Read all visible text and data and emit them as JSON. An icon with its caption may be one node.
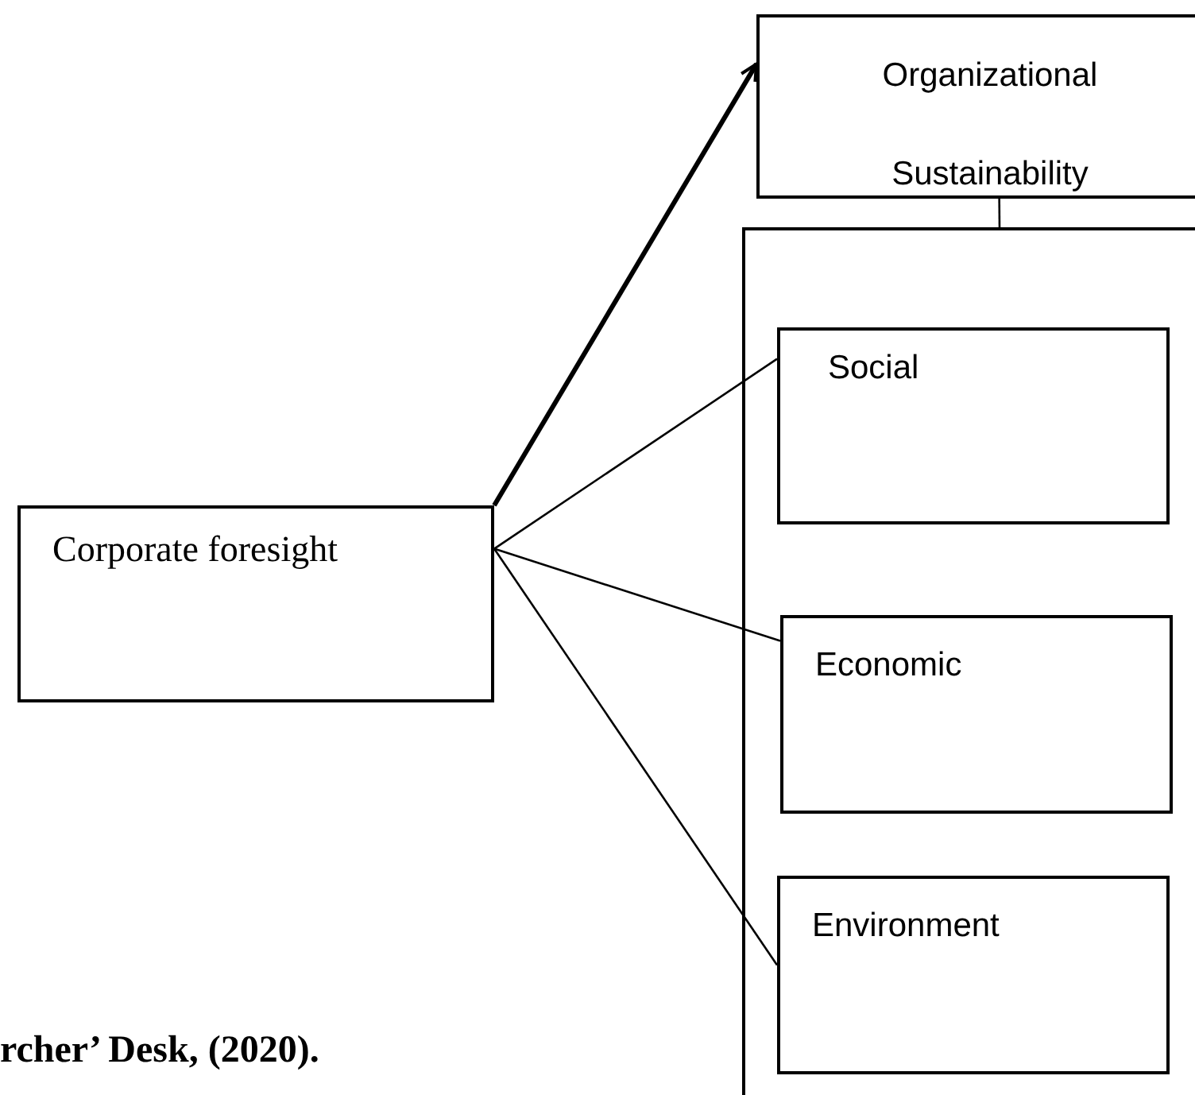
{
  "diagram": {
    "nodes": [
      {
        "text": [
          "Organizational Sustainability"
        ]
      },
      {
        "text": [],
        "shape": "box"
      },
      {
        "text": [
          "Social"
        ],
        "in": 1
      },
      {
        "text": [
          "Corporate foresight"
        ]
      },
      {
        "text": [
          "Economic"
        ],
        "in": 1
      },
      {
        "text": [
          "Environment"
        ],
        "in": 1
      }
    ],
    "edges": [
      {
        "from": 3,
        "to": 0,
        "arrow": "to",
        "style": "thick"
      },
      {
        "from": 0,
        "to": 1,
        "arrow": "none"
      },
      {
        "from": 3,
        "to": 2,
        "arrow": "none"
      },
      {
        "from": 3,
        "to": 4,
        "arrow": "none"
      },
      {
        "from": 3,
        "to": 5,
        "arrow": "none"
      }
    ],
    "labels": [
      "rcher’ Desk, (2020)."
    ]
  }
}
